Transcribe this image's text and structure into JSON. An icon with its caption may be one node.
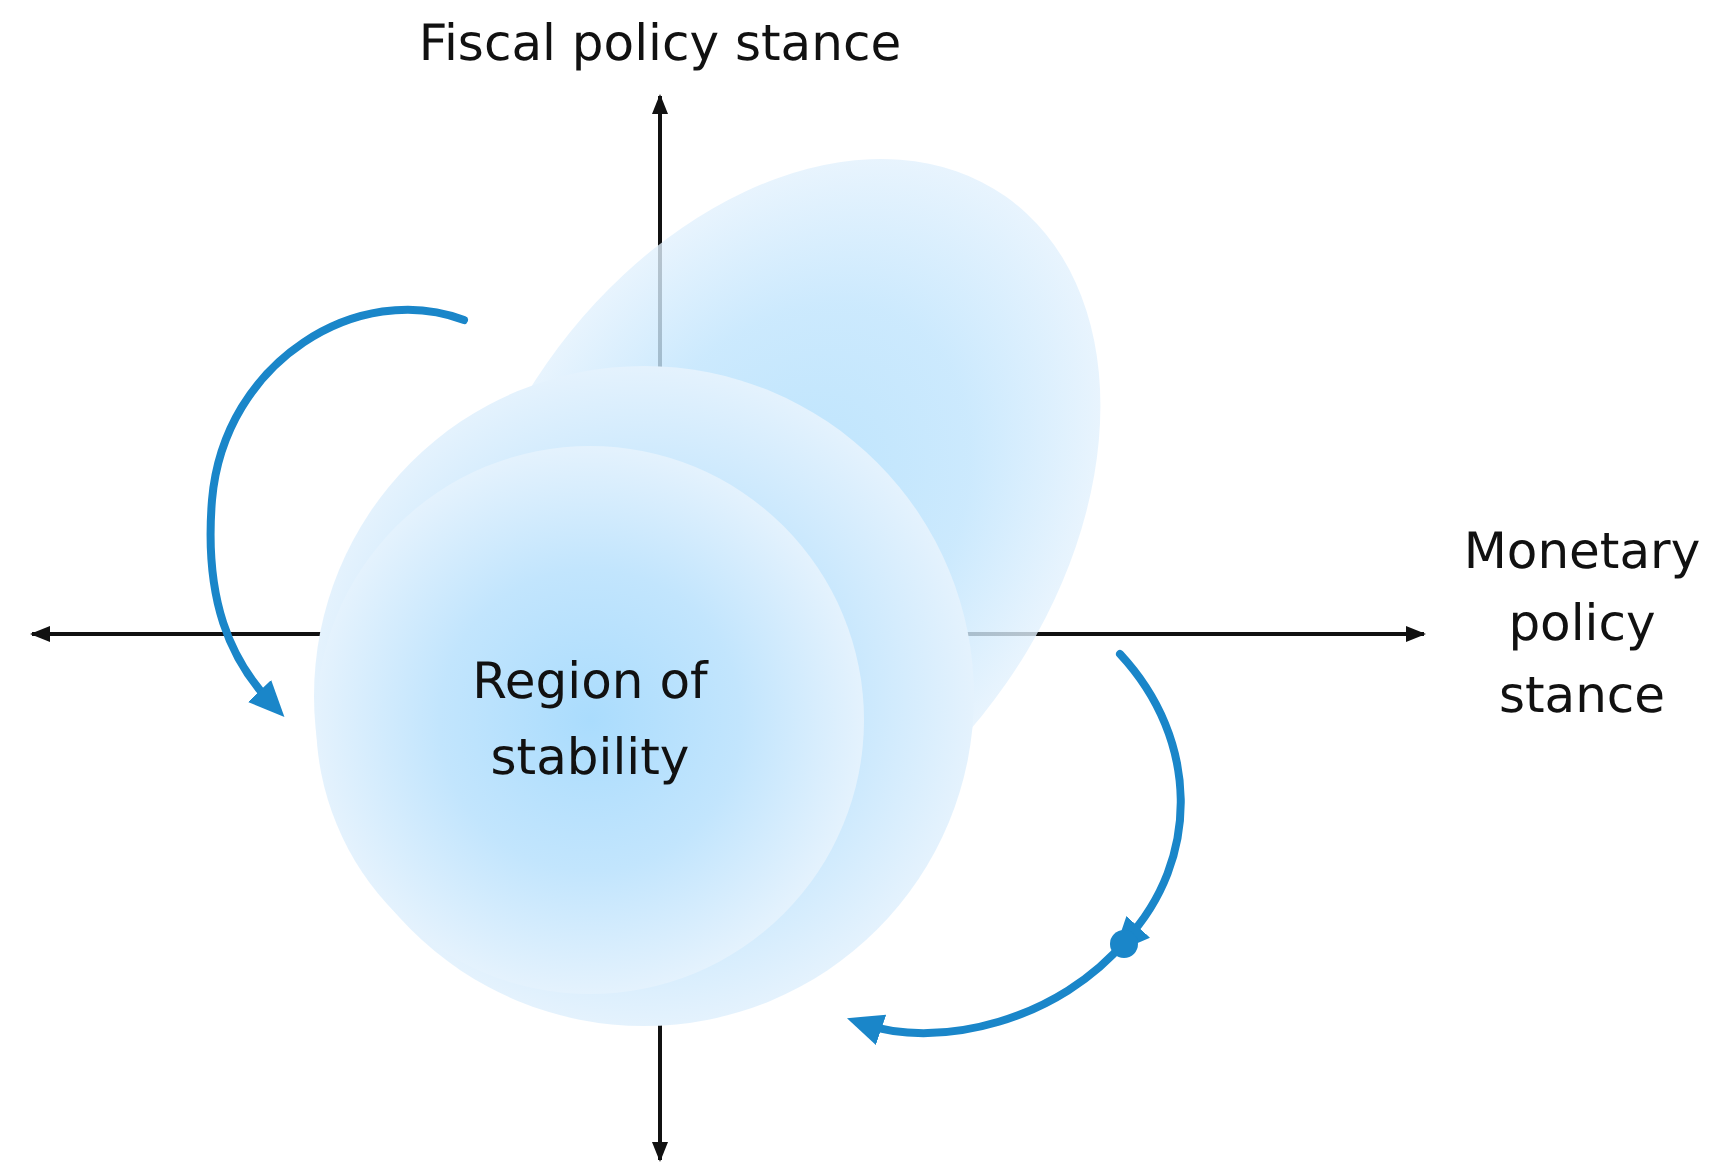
{
  "diagram": {
    "nodes": [
      {
        "text": [
          "Region of stability"
        ]
      }
    ],
    "edges": [],
    "labels": [
      "Fiscal policy stance",
      "Monetary policy stance"
    ]
  }
}
